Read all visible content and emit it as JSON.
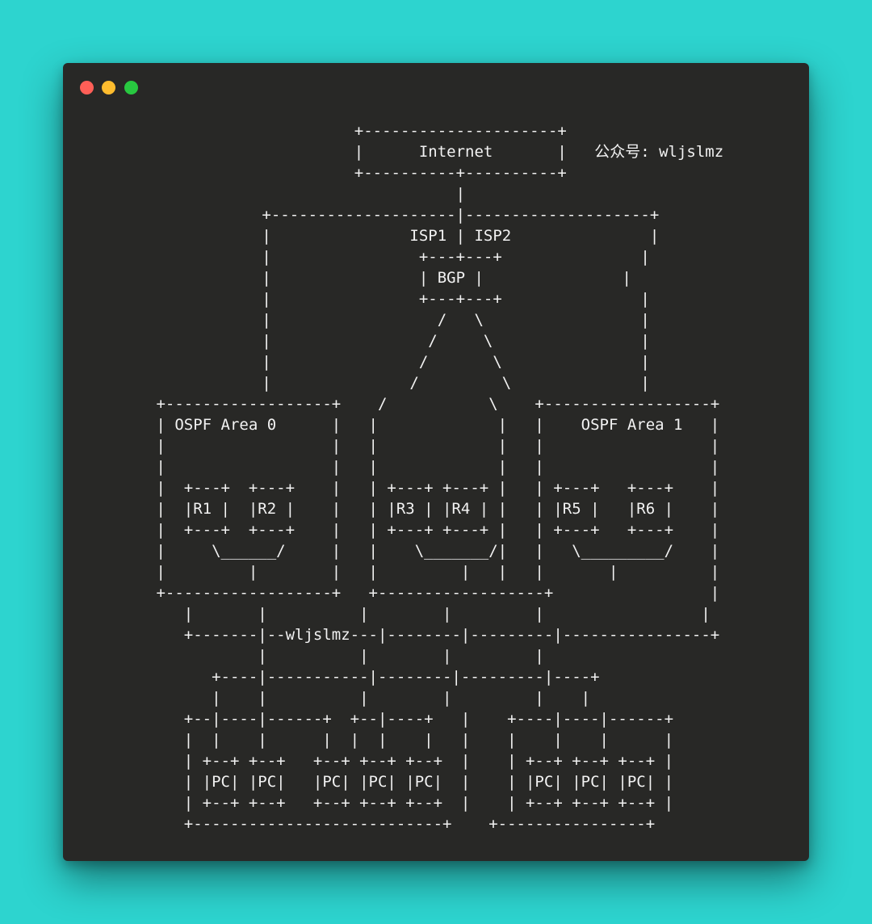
{
  "window": {
    "buttons": {
      "close_color": "#ff5f57",
      "minimize_color": "#febc2e",
      "maximize_color": "#28c840"
    },
    "background": "#282826",
    "page_background": "#2dd4cf"
  },
  "diagram_lines": [
    "                    +---------------------+",
    "                    |      Internet       |   公众号: wljslmz",
    "                    +----------+----------+",
    "                               |",
    "          +--------------------|--------------------+",
    "          |               ISP1 | ISP2               |",
    "          |                +---+---+               |",
    "          |                | BGP |               |",
    "          |                +---+---+               |",
    "          |                  /   \\                 |",
    "          |                 /     \\                |",
    "          |                /       \\               |",
    "          |               /         \\              |",
    " +------------------+    /           \\    +------------------+",
    " | OSPF Area 0      |   |             |   |    OSPF Area 1   |",
    " |                  |   |             |   |                  |",
    " |                  |   |             |   |                  |",
    " |  +---+  +---+    |   | +---+ +---+ |   | +---+   +---+    |",
    " |  |R1 |  |R2 |    |   | |R3 | |R4 | |   | |R5 |   |R6 |    |",
    " |  +---+  +---+    |   | +---+ +---+ |   | +---+   +---+    |",
    " |     \\______/     |   |    \\_______/|   |   \\_________/    |",
    " |         |        |   |         |   |   |       |          |",
    " +------------------+   +------------------+                 |",
    "    |       |          |        |         |                 |",
    "    +-------|--wljslmz---|--------|---------|----------------+",
    "            |          |        |         |",
    "       +----|-----------|--------|---------|----+",
    "       |    |          |        |         |    |",
    "    +--|----|------+  +--|----+   |    +----|----|------+",
    "    |  |    |      |  |  |    |   |    |    |    |      |",
    "    | +--+ +--+   +--+ +--+ +--+  |    | +--+ +--+ +--+ |",
    "    | |PC| |PC|   |PC| |PC| |PC|  |    | |PC| |PC| |PC| |",
    "    | +--+ +--+   +--+ +--+ +--+  |    | +--+ +--+ +--+ |",
    "    +---------------------------+    +----------------+"
  ]
}
